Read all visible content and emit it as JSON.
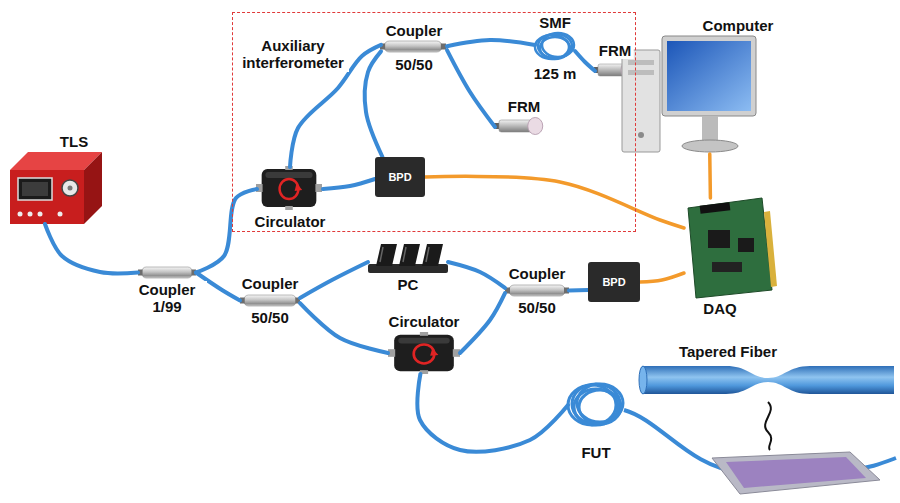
{
  "diagram": {
    "nodes": [
      {
        "text": [
          "TLS"
        ]
      },
      {
        "text": [
          "Coupler 1/99"
        ]
      },
      {
        "text": [
          "Auxiliary interferometer"
        ]
      },
      {
        "text": [
          "Circulator"
        ],
        "in": 2
      },
      {
        "text": [
          "Coupler",
          "50/50"
        ],
        "in": 2
      },
      {
        "text": [
          "SMF",
          "125 m"
        ],
        "in": 2
      },
      {
        "text": [
          "FRM"
        ],
        "in": 2
      },
      {
        "text": [
          "FRM"
        ],
        "in": 2
      },
      {
        "text": [
          "BPD"
        ],
        "in": 2
      },
      {
        "text": [
          "Computer"
        ]
      },
      {
        "text": [
          "DAQ"
        ]
      },
      {
        "text": [
          "Coupler",
          "50/50"
        ]
      },
      {
        "text": [
          "PC"
        ]
      },
      {
        "text": [
          "Coupler",
          "50/50"
        ]
      },
      {
        "text": [
          "BPD"
        ]
      },
      {
        "text": [
          "Circulator"
        ]
      },
      {
        "text": [
          "FUT"
        ]
      },
      {
        "text": [
          "Tapered Fiber"
        ]
      }
    ],
    "edges": [
      {
        "from": 0,
        "to": 1,
        "arrow": "none"
      },
      {
        "from": 1,
        "to": 3,
        "arrow": "none"
      },
      {
        "from": 1,
        "to": 11,
        "arrow": "none"
      },
      {
        "from": 3,
        "to": 4,
        "arrow": "none"
      },
      {
        "from": 4,
        "to": 5,
        "arrow": "none"
      },
      {
        "from": 5,
        "to": 6,
        "arrow": "none"
      },
      {
        "from": 4,
        "to": 7,
        "arrow": "none"
      },
      {
        "from": 3,
        "to": 8,
        "arrow": "none"
      },
      {
        "from": 4,
        "to": 8,
        "arrow": "none"
      },
      {
        "from": 8,
        "to": 10,
        "arrow": "none"
      },
      {
        "from": 10,
        "to": 9,
        "arrow": "none"
      },
      {
        "from": 11,
        "to": 12,
        "arrow": "none"
      },
      {
        "from": 11,
        "to": 15,
        "arrow": "none"
      },
      {
        "from": 12,
        "to": 13,
        "arrow": "none"
      },
      {
        "from": 15,
        "to": 13,
        "arrow": "none"
      },
      {
        "from": 13,
        "to": 14,
        "arrow": "none"
      },
      {
        "from": 14,
        "to": 10,
        "arrow": "none"
      },
      {
        "from": 15,
        "to": 16,
        "arrow": "none"
      }
    ]
  }
}
